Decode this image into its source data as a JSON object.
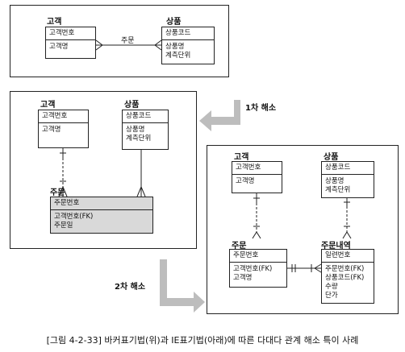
{
  "panel1": {
    "entities": [
      {
        "title": "고객",
        "pk": "고객번호",
        "attrs": [
          "고객명"
        ]
      },
      {
        "title": "상품",
        "pk": "상품코드",
        "attrs": [
          "상품명",
          "계측단위"
        ]
      }
    ],
    "relationship_label": "주문"
  },
  "step1_label": "1차 해소",
  "panel2": {
    "entities": [
      {
        "title": "고객",
        "pk": "고객번호",
        "attrs": [
          "고객명"
        ]
      },
      {
        "title": "상품",
        "pk": "상품코드",
        "attrs": [
          "상품명",
          "계측단위"
        ]
      },
      {
        "title": "주문",
        "pk": "주문번호",
        "attrs": [
          "고객번호(FK)",
          "주문일"
        ]
      }
    ]
  },
  "step2_label": "2차 해소",
  "panel3": {
    "entities": [
      {
        "title": "고객",
        "pk": "고객번호",
        "attrs": [
          "고객명"
        ]
      },
      {
        "title": "상품",
        "pk": "상품코드",
        "attrs": [
          "상품명",
          "계측단위"
        ]
      },
      {
        "title": "주문",
        "pk": "주문번호",
        "attrs": [
          "고객번호(FK)",
          "고객명"
        ]
      },
      {
        "title": "주문내역",
        "pk": "일련번호",
        "attrs": [
          "주문번호(FK)",
          "상품코드(FK)",
          "수량",
          "단가"
        ]
      }
    ]
  },
  "caption": "[그림 4-2-33] 바커표기법(위)과 IE표기법(아래)에 따른 다대다 관계 해소 특이 사례",
  "colors": {
    "arrow": "#bdbdbd",
    "highlight_entity": "#d9d9d9",
    "line": "#222222"
  }
}
